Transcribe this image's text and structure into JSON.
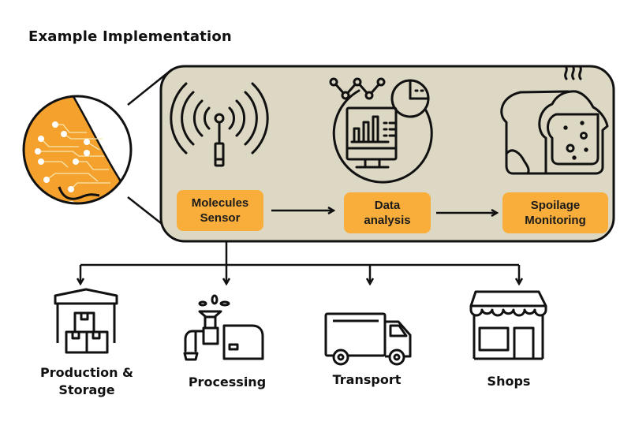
{
  "title": "Example Implementation",
  "colors": {
    "panel_fill": "#DDD8C4",
    "stage_fill": "#F9AE3B",
    "nose_fill": "#F4A12E",
    "stroke": "#111111"
  },
  "sensor_inset": {
    "icon": "electronic-nose-icon"
  },
  "pipeline": {
    "stages": [
      {
        "label_line1": "Molecules",
        "label_line2": "Sensor",
        "icon": "antenna-signal-icon"
      },
      {
        "label_line1": "Data",
        "label_line2": "analysis",
        "icon": "data-analytics-monitor-icon"
      },
      {
        "label_line1": "Spoilage",
        "label_line2": "Monitoring",
        "icon": "spoiled-bread-icon"
      }
    ]
  },
  "destinations": [
    {
      "label_line1": "Production &",
      "label_line2": "Storage",
      "icon": "warehouse-boxes-icon"
    },
    {
      "label_line1": "Processing",
      "label_line2": "",
      "icon": "juicer-machine-icon"
    },
    {
      "label_line1": "Transport",
      "label_line2": "",
      "icon": "truck-icon"
    },
    {
      "label_line1": "Shops",
      "label_line2": "",
      "icon": "storefront-icon"
    }
  ]
}
